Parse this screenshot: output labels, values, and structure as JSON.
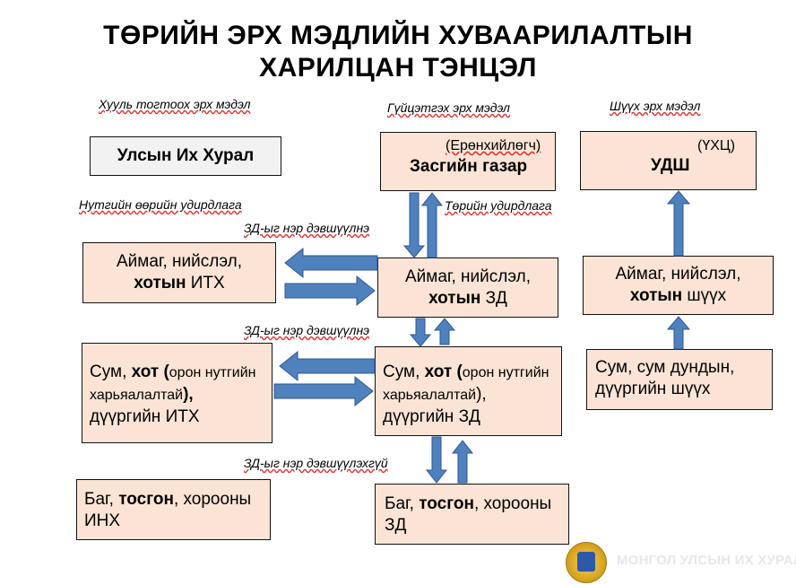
{
  "title": {
    "line1": "ТӨРИЙН ЭРХ МЭДЛИЙН ХУВААРИЛАЛТЫН",
    "line2": "ХАРИЛЦАН ТЭНЦЭЛ"
  },
  "labels": {
    "legislative": "Хууль тогтоох эрх мэдэл",
    "executive": "Гүйцэтгэх эрх мэдэл",
    "judicial": "Шүүх эрх мэдэл",
    "local_self_gov": "Нутгийн өөрийн удирдлага",
    "state_admin": "Төрийн удирдлага",
    "delegate1": "ЗД-ыг нэр дэвшүүлнэ",
    "delegate2": "ЗД-ыг нэр дэвшүүлнэ",
    "delegate3": "ЗД-ыг нэр дэвшүүлэхгүй"
  },
  "boxes": {
    "parliament": "Улсын Их Хурал",
    "government_note": "(Ерөнхийлөгч)",
    "government": "Засгийн газар",
    "court_note": "(ҮХЦ)",
    "supreme_court": "УДШ",
    "aimag_itx": {
      "l1": "Аймаг, нийслэл,",
      "bold": "хотын",
      "rest": " ИТХ"
    },
    "aimag_zd": {
      "l1": "Аймаг, нийслэл,",
      "bold": "хотын",
      "rest": "  ЗД"
    },
    "aimag_court": {
      "l1": "Аймаг, нийслэл,",
      "bold": "хотын",
      "rest": "  шүүх"
    },
    "sum_itx": {
      "a": "Сум, ",
      "bold": "хот (",
      "small": "орон нутгийн харьяалалтай",
      "close": "),",
      "l3": "дүүргийн ИТХ"
    },
    "sum_zd": {
      "a": "Сум, ",
      "bold": "хот (",
      "small": "орон нутгийн харьяалалтай",
      "close": "),",
      "l3": "дүүргийн  ЗД"
    },
    "sum_court": {
      "l1": "Сум, сум дундын,",
      "l2": "дүүргийн шүүх"
    },
    "bag_inx": {
      "a": "Баг, ",
      "bold": "тосгон",
      "c": ", хорооны",
      "l2": "ИНХ"
    },
    "bag_zd": {
      "a": "Баг, ",
      "bold": "тосгон",
      "c": ", хорооны",
      "l2": "ЗД"
    }
  },
  "footer": "МОНГОЛ УЛСЫН ИХ ХУРАЛ",
  "colors": {
    "box_fill": "#fbe4d5",
    "arrow": "#4f81bd"
  }
}
